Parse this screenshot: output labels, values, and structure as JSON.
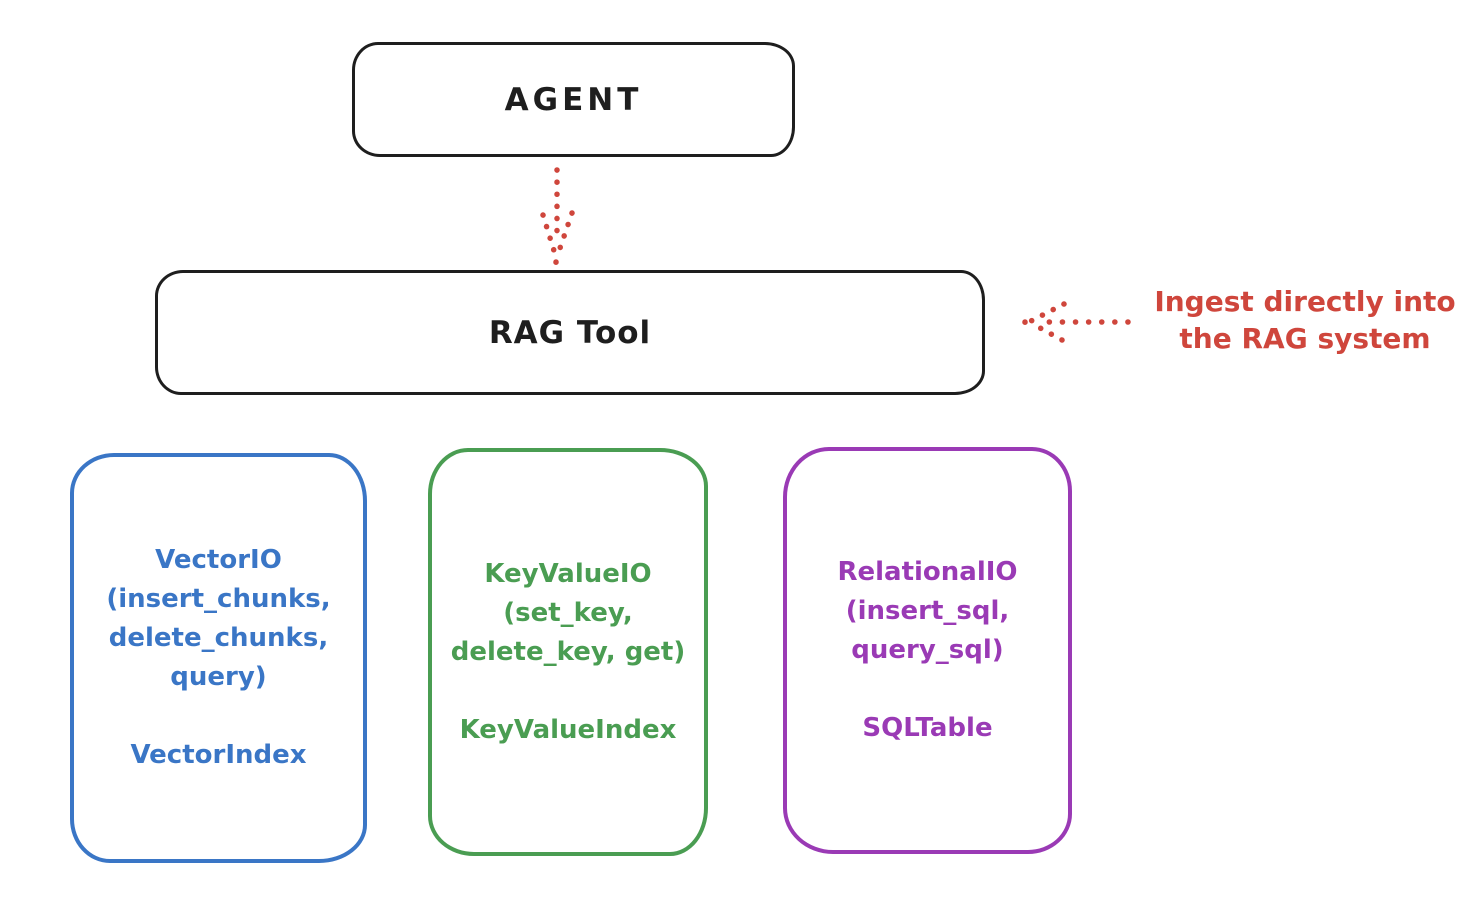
{
  "diagram": {
    "nodes": {
      "agent": {
        "label": "AGENT"
      },
      "rag_tool": {
        "label": "RAG Tool"
      }
    },
    "annotation": {
      "line1": "Ingest directly into",
      "line2": "the RAG system"
    },
    "io_boxes": [
      {
        "name": "VectorIO",
        "lines": [
          "VectorIO",
          "(insert_chunks,",
          "delete_chunks,",
          "query)"
        ],
        "index_label": "VectorIndex",
        "color": "#3a76c6"
      },
      {
        "name": "KeyValueIO",
        "lines": [
          "KeyValueIO",
          "(set_key,",
          "delete_key, get)"
        ],
        "index_label": "KeyValueIndex",
        "color": "#4a9d52"
      },
      {
        "name": "RelationalIO",
        "lines": [
          "RelationalIO",
          "(insert_sql,",
          "query_sql)"
        ],
        "index_label": "SQLTable",
        "color": "#9a3ab5"
      }
    ],
    "colors": {
      "stroke_black": "#1e1e1e",
      "arrow_red": "#cf463c",
      "background": "#ffffff"
    }
  }
}
